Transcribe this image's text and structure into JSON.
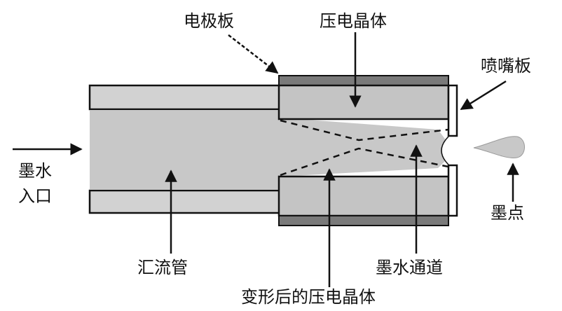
{
  "labels": {
    "electrode_plate": "电极板",
    "piezo_crystal": "压电晶体",
    "nozzle_plate": "喷嘴板",
    "ink_inlet_line1": "墨水",
    "ink_inlet_line2": "入口",
    "ink_dot": "墨点",
    "manifold": "汇流管",
    "ink_channel": "墨水通道",
    "deformed_piezo": "变形后的压电晶体"
  },
  "colors": {
    "fill": "#c8c8c8",
    "dark_fill": "#7a7a7a",
    "stroke": "#111111",
    "text": "#111111"
  }
}
